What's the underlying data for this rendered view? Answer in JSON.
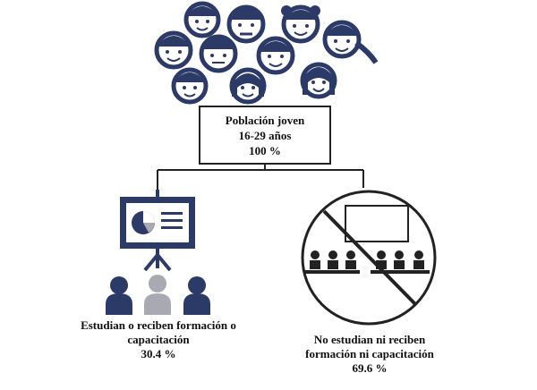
{
  "colors": {
    "navy": "#2b3a67",
    "grey_person": "#a9a9b3",
    "line": "#222222"
  },
  "icons": {
    "crowd": "crowd-of-young-people-icon",
    "presentation": "presentation-board-icon",
    "no_class": "prohibited-classroom-icon"
  },
  "root": {
    "line1": "Población joven",
    "line2": "16-29 años",
    "line3": "100 %"
  },
  "left": {
    "line1": "Estudian o reciben formación o",
    "line2": "capacitación",
    "line3": "30.4 %"
  },
  "right": {
    "line1": "No estudian ni reciben",
    "line2": "formación ni capacitación",
    "line3": "69.6 %"
  }
}
